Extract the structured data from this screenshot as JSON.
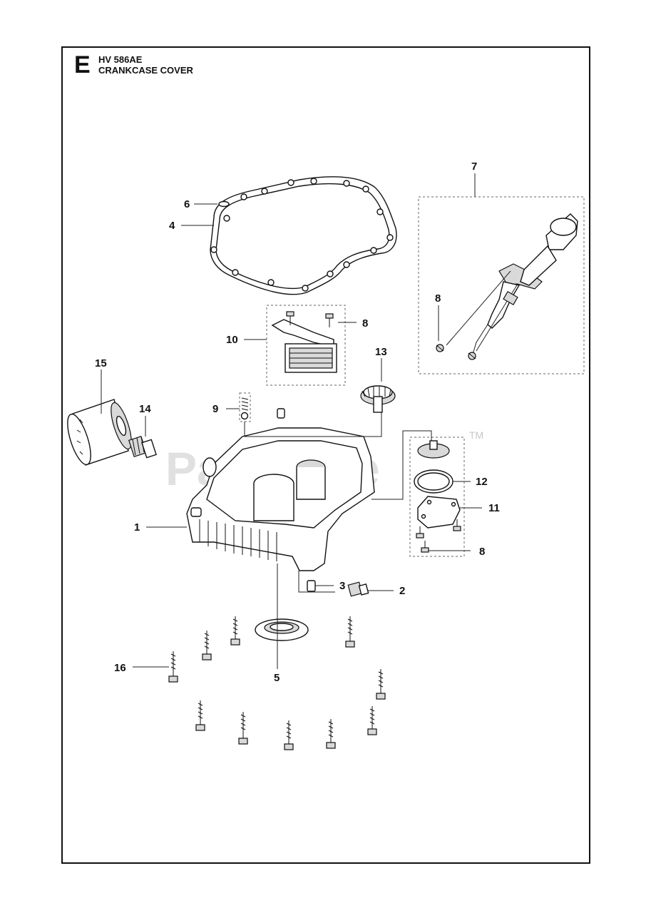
{
  "header": {
    "section_letter": "E",
    "model_code": "HV 586AE",
    "assembly_name": "CRANKCASE COVER"
  },
  "watermark": {
    "text": "PartsTree",
    "trademark": "TM"
  },
  "callouts": {
    "c1": "1",
    "c2": "2",
    "c3": "3",
    "c4": "4",
    "c5": "5",
    "c6": "6",
    "c7": "7",
    "c8_dipstick": "8",
    "c8_screen": "8",
    "c8_cover": "8",
    "c9": "9",
    "c10": "10",
    "c11": "11",
    "c12": "12",
    "c13": "13",
    "c14": "14",
    "c15": "15",
    "c16": "16"
  }
}
